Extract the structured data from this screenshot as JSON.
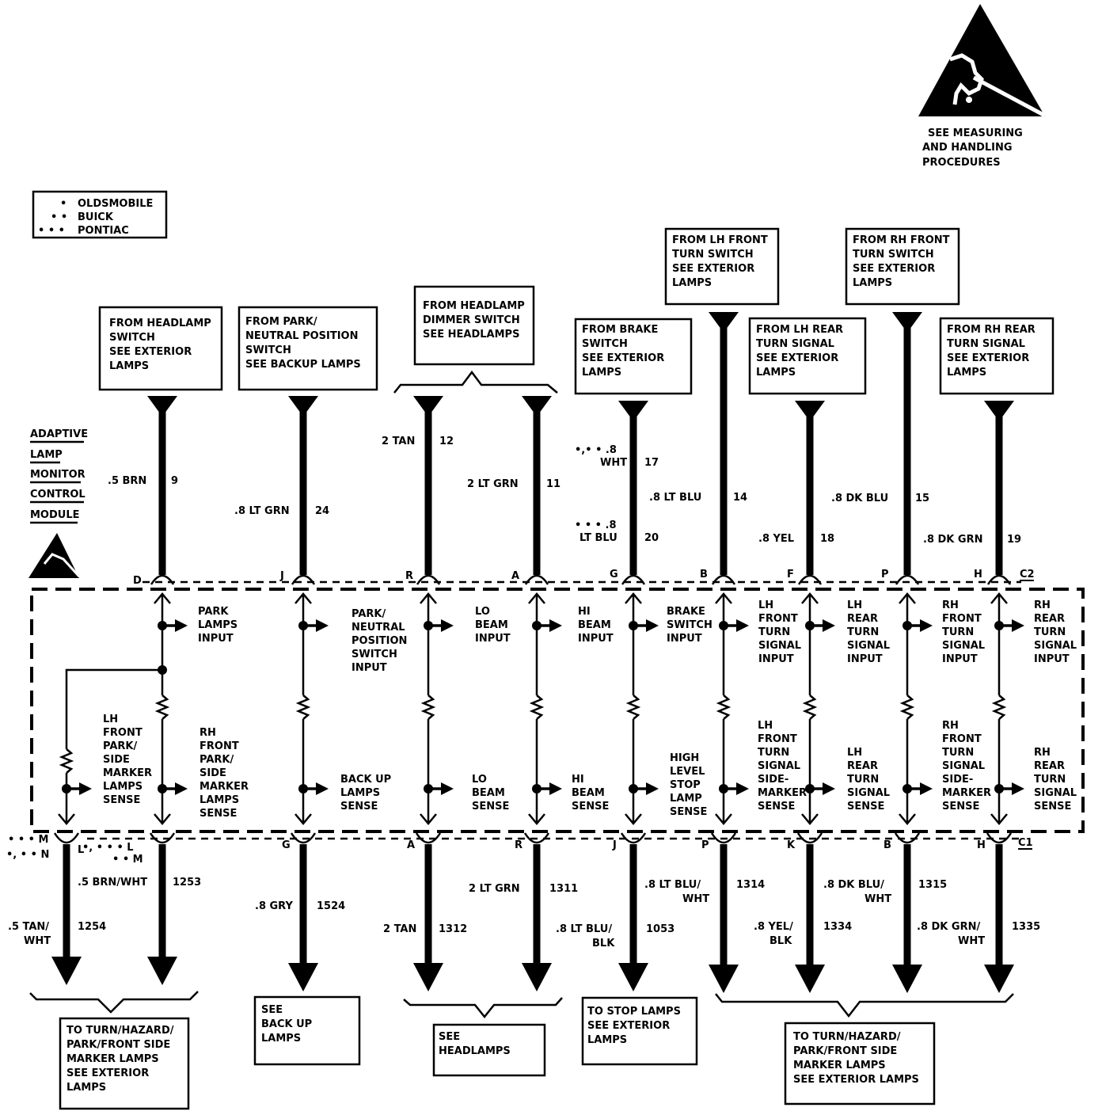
{
  "esd_notice": {
    "icon": "esd-warning-hand-icon",
    "lines": [
      "SEE MEASURING",
      "AND HANDLING",
      "PROCEDURES"
    ]
  },
  "legend": {
    "items": [
      {
        "marker": "•",
        "label": "OLDSMOBILE"
      },
      {
        "marker": "• •",
        "label": "BUICK"
      },
      {
        "marker": "• • •",
        "label": "PONTIAC"
      }
    ]
  },
  "module": {
    "title_lines": [
      "ADAPTIVE",
      "LAMP",
      "MONITOR",
      "CONTROL",
      "MODULE"
    ],
    "icon": "esd-warning-icon",
    "top_connector": "C2",
    "bottom_connector": "C1"
  },
  "source_boxes": [
    {
      "id": "headlamp-switch",
      "lines": [
        "FROM HEADLAMP",
        "SWITCH",
        "SEE EXTERIOR",
        "LAMPS"
      ]
    },
    {
      "id": "park-neutral",
      "lines": [
        "FROM PARK/",
        "NEUTRAL POSITION",
        "SWITCH",
        "SEE BACKUP LAMPS"
      ]
    },
    {
      "id": "dimmer-switch",
      "lines": [
        "FROM HEADLAMP",
        "DIMMER SWITCH",
        "SEE HEADLAMPS"
      ]
    },
    {
      "id": "brake-switch",
      "lines": [
        "FROM BRAKE",
        "SWITCH",
        "SEE EXTERIOR",
        "LAMPS"
      ]
    },
    {
      "id": "lh-front-turn",
      "lines": [
        "FROM LH FRONT",
        "TURN SWITCH",
        "SEE EXTERIOR",
        "LAMPS"
      ]
    },
    {
      "id": "lh-rear-turn",
      "lines": [
        "FROM LH REAR",
        "TURN SIGNAL",
        "SEE EXTERIOR",
        "LAMPS"
      ]
    },
    {
      "id": "rh-front-turn",
      "lines": [
        "FROM RH FRONT",
        "TURN SWITCH",
        "SEE EXTERIOR",
        "LAMPS"
      ]
    },
    {
      "id": "rh-rear-turn",
      "lines": [
        "FROM RH REAR",
        "TURN SIGNAL",
        "SEE EXTERIOR",
        "LAMPS"
      ]
    }
  ],
  "input_wires": [
    {
      "pin": "D",
      "gauge_color": ".5 BRN",
      "circuit": "9"
    },
    {
      "pin": "J",
      "gauge_color": ".8 LT GRN",
      "circuit": "24"
    },
    {
      "pin": "R",
      "gauge_color": "2 TAN",
      "circuit": "12"
    },
    {
      "pin": "A",
      "gauge_color": "2 LT GRN",
      "circuit": "11"
    },
    {
      "pin": "G",
      "gauge_color_variants": [
        {
          "prefix": "•,• • .8",
          "color": "WHT",
          "circuit": "17"
        },
        {
          "prefix": "• • • .8",
          "color": "LT BLU",
          "circuit": "20"
        }
      ]
    },
    {
      "pin": "B",
      "gauge_color": ".8 LT BLU",
      "circuit": "14"
    },
    {
      "pin": "F",
      "gauge_color": ".8 YEL",
      "circuit": "18"
    },
    {
      "pin": "P",
      "gauge_color": ".8 DK BLU",
      "circuit": "15"
    },
    {
      "pin": "H",
      "gauge_color": ".8 DK GRN",
      "circuit": "19"
    }
  ],
  "input_labels": [
    [
      "PARK",
      "LAMPS",
      "INPUT"
    ],
    [
      "PARK/",
      "NEUTRAL",
      "POSITION",
      "SWITCH",
      "INPUT"
    ],
    [
      "LO",
      "BEAM",
      "INPUT"
    ],
    [
      "HI",
      "BEAM",
      "INPUT"
    ],
    [
      "BRAKE",
      "SWITCH",
      "INPUT"
    ],
    [
      "LH",
      "FRONT",
      "TURN",
      "SIGNAL",
      "INPUT"
    ],
    [
      "LH",
      "REAR",
      "TURN",
      "SIGNAL",
      "INPUT"
    ],
    [
      "RH",
      "FRONT",
      "TURN",
      "SIGNAL",
      "INPUT"
    ],
    [
      "RH",
      "REAR",
      "TURN",
      "SIGNAL",
      "INPUT"
    ]
  ],
  "sense_labels": [
    [
      "LH",
      "FRONT",
      "PARK/",
      "SIDE",
      "MARKER",
      "LAMPS",
      "SENSE"
    ],
    [
      "RH",
      "FRONT",
      "PARK/",
      "SIDE",
      "MARKER",
      "LAMPS",
      "SENSE"
    ],
    [
      "BACK UP",
      "LAMPS",
      "SENSE"
    ],
    [
      "LO",
      "BEAM",
      "SENSE"
    ],
    [
      "HI",
      "BEAM",
      "SENSE"
    ],
    [
      "HIGH",
      "LEVEL",
      "STOP",
      "LAMP",
      "SENSE"
    ],
    [
      "LH",
      "FRONT",
      "TURN",
      "SIGNAL",
      "SIDE-",
      "MARKER",
      "SENSE"
    ],
    [
      "LH",
      "REAR",
      "TURN",
      "SIGNAL",
      "SENSE"
    ],
    [
      "RH",
      "FRONT",
      "TURN",
      "SIGNAL",
      "SIDE-",
      "MARKER",
      "SENSE"
    ],
    [
      "RH",
      "REAR",
      "TURN",
      "SIGNAL",
      "SENSE"
    ]
  ],
  "output_pin_notes": {
    "left_a": [
      "• • • M",
      "•, • • N"
    ],
    "left_b": [
      "•, • • • L",
      "• • M"
    ],
    "top_left_pin": "L"
  },
  "output_wires": [
    {
      "pin": "M/N",
      "gauge_color": [
        ".5 TAN/",
        "WHT"
      ],
      "circuit": "1254"
    },
    {
      "pin": "L/M",
      "gauge_color": [
        ".5 BRN/WHT"
      ],
      "circuit": "1253"
    },
    {
      "pin": "G",
      "gauge_color": [
        ".8 GRY"
      ],
      "circuit": "1524"
    },
    {
      "pin": "A",
      "gauge_color": [
        "2 TAN"
      ],
      "circuit": "1312"
    },
    {
      "pin": "R",
      "gauge_color": [
        "2 LT GRN"
      ],
      "circuit": "1311"
    },
    {
      "pin": "J",
      "gauge_color": [
        ".8 LT BLU/",
        "BLK"
      ],
      "circuit": "1053"
    },
    {
      "pin": "P",
      "gauge_color": [
        ".8 LT BLU/",
        "WHT"
      ],
      "circuit": "1314"
    },
    {
      "pin": "K",
      "gauge_color": [
        ".8 YEL/",
        "BLK"
      ],
      "circuit": "1334"
    },
    {
      "pin": "B",
      "gauge_color": [
        ".8 DK BLU/",
        "WHT"
      ],
      "circuit": "1315"
    },
    {
      "pin": "H",
      "gauge_color": [
        ".8 DK GRN/",
        "WHT"
      ],
      "circuit": "1335"
    }
  ],
  "destination_boxes": [
    {
      "id": "turn-hazard-left",
      "lines": [
        "TO TURN/HAZARD/",
        "PARK/FRONT SIDE",
        "MARKER LAMPS",
        "SEE EXTERIOR",
        "LAMPS"
      ]
    },
    {
      "id": "backup-lamps",
      "lines": [
        "SEE",
        "BACK UP",
        "LAMPS"
      ]
    },
    {
      "id": "headlamps",
      "lines": [
        "SEE",
        "HEADLAMPS"
      ]
    },
    {
      "id": "stop-lamps",
      "lines": [
        "TO STOP LAMPS",
        "SEE EXTERIOR",
        "LAMPS"
      ]
    },
    {
      "id": "turn-hazard-right",
      "lines": [
        "TO TURN/HAZARD/",
        "PARK/FRONT SIDE",
        "MARKER LAMPS",
        "SEE EXTERIOR LAMPS"
      ]
    }
  ]
}
